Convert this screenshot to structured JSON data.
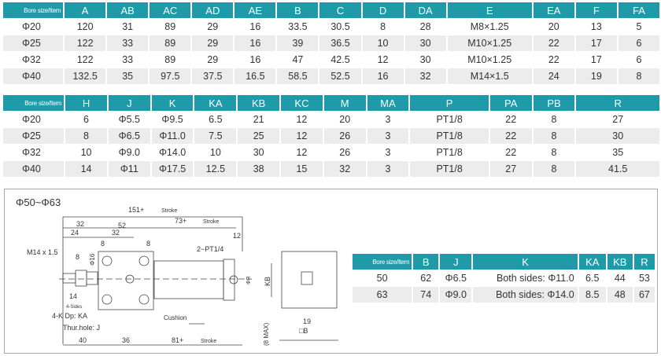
{
  "table1": {
    "headers": [
      "Bore size/Item",
      "A",
      "AB",
      "AC",
      "AD",
      "AE",
      "B",
      "C",
      "D",
      "DA",
      "E",
      "EA",
      "F",
      "FA"
    ],
    "rows": [
      [
        "Φ20",
        "120",
        "31",
        "89",
        "29",
        "16",
        "33.5",
        "30.5",
        "8",
        "28",
        "M8×1.25",
        "20",
        "13",
        "5"
      ],
      [
        "Φ25",
        "122",
        "33",
        "89",
        "29",
        "16",
        "39",
        "36.5",
        "10",
        "30",
        "M10×1.25",
        "22",
        "17",
        "6"
      ],
      [
        "Φ32",
        "122",
        "33",
        "89",
        "29",
        "16",
        "47",
        "42.5",
        "12",
        "30",
        "M10×1.25",
        "22",
        "17",
        "6"
      ],
      [
        "Φ40",
        "132.5",
        "35",
        "97.5",
        "37.5",
        "16.5",
        "58.5",
        "52.5",
        "16",
        "32",
        "M14×1.5",
        "24",
        "19",
        "8"
      ]
    ]
  },
  "table2": {
    "headers": [
      "Bore size/Item",
      "H",
      "J",
      "K",
      "KA",
      "KB",
      "KC",
      "M",
      "MA",
      "P",
      "PA",
      "PB",
      "R"
    ],
    "rows": [
      [
        "Φ20",
        "6",
        "Φ5.5",
        "Φ9.5",
        "6.5",
        "21",
        "12",
        "20",
        "3",
        "PT1/8",
        "22",
        "8",
        "27"
      ],
      [
        "Φ25",
        "8",
        "Φ6.5",
        "Φ11.0",
        "7.5",
        "25",
        "12",
        "26",
        "3",
        "PT1/8",
        "22",
        "8",
        "30"
      ],
      [
        "Φ32",
        "10",
        "Φ9.0",
        "Φ14.0",
        "10",
        "30",
        "12",
        "26",
        "3",
        "PT1/8",
        "22",
        "8",
        "35"
      ],
      [
        "Φ40",
        "14",
        "Φ11",
        "Φ17.5",
        "12.5",
        "38",
        "15",
        "32",
        "3",
        "PT1/8",
        "27",
        "8",
        "41.5"
      ]
    ]
  },
  "drawing": {
    "title": "Φ50~Φ63",
    "labels": {
      "d151": "151+",
      "stroke1": "Stroke",
      "d73": "73+",
      "stroke2": "Stroke",
      "d32a": "32",
      "d52": "52",
      "d24": "24",
      "d32b": "32",
      "d8a": "8",
      "d8b": "8",
      "d12": "12",
      "pt": "2−PT1/4",
      "m14": "M14 x 1.5",
      "d8c": "8",
      "phi16": "Φ16",
      "phiR": "ΦR",
      "d14": "14",
      "sides": "4-Sides",
      "k4": "4-K   Dp: KA",
      "thur": "Thur.hole: J",
      "cushion": "Cushion",
      "d40": "40",
      "d36": "36",
      "d81": "81+",
      "stroke3": "Stroke",
      "kb": "KB",
      "d19": "19",
      "sqB": "□B",
      "max8": "(8 MAX)"
    }
  },
  "table3": {
    "headers": [
      "Bore size/Item",
      "B",
      "J",
      "K",
      "KA",
      "KB",
      "R"
    ],
    "rows": [
      [
        "50",
        "62",
        "Φ6.5",
        "Both sides: Φ11.0",
        "6.5",
        "44",
        "53"
      ],
      [
        "63",
        "74",
        "Φ9.0",
        "Both sides: Φ14.0",
        "8.5",
        "48",
        "67"
      ]
    ]
  }
}
